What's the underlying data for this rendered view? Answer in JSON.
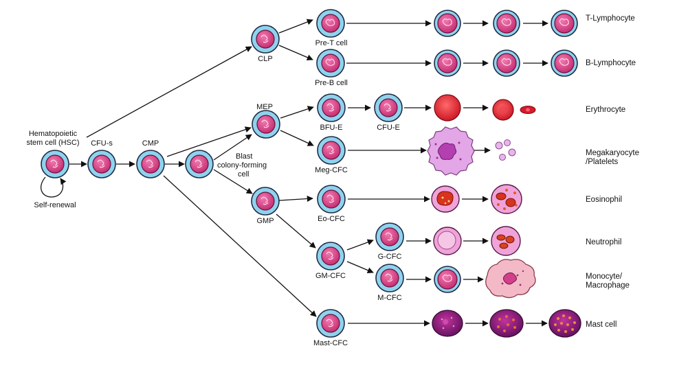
{
  "labels": {
    "hsc": [
      "Hematopoietic",
      "stem cell (HSC)"
    ],
    "self_renewal": "Self-renewal",
    "cfu_s": "CFU-s",
    "cmp": "CMP",
    "clp": "CLP",
    "blast": [
      "Blast",
      "colony-forming",
      "cell"
    ],
    "mep": "MEP",
    "gmp": "GMP",
    "pre_t": "Pre-T cell",
    "pre_b": "Pre-B cell",
    "bfu_e": "BFU-E",
    "cfu_e": "CFU-E",
    "meg_cfc": "Meg-CFC",
    "eo_cfc": "Eo-CFC",
    "gm_cfc": "GM-CFC",
    "g_cfc": "G-CFC",
    "m_cfc": "M-CFC",
    "mast_cfc": "Mast-CFC"
  },
  "final_cells": {
    "t_lymphocyte": "T-Lymphocyte",
    "b_lymphocyte": "B-Lymphocyte",
    "erythrocyte": "Erythrocyte",
    "megakaryocyte": [
      "Megakaryocyte",
      "/Platelets"
    ],
    "eosinophil": "Eosinophil",
    "neutrophil": "Neutrophil",
    "monocyte": [
      "Monocyte/",
      "Macrophage"
    ],
    "mast_cell": "Mast cell"
  },
  "colors": {
    "cell_outer": "#8ed3ee",
    "cell_outer_stroke": "#1f2a44",
    "nucleus": "#e0458a",
    "erythrocyte": "#e32236",
    "megakaryocyte": "#e3a6e6",
    "eosinophil_granule": "#c8341c",
    "neutrophil": "#f0a3d8",
    "monocyte": "#f3b9c7",
    "mast": "#8a1a7a",
    "arrow": "#111111"
  }
}
